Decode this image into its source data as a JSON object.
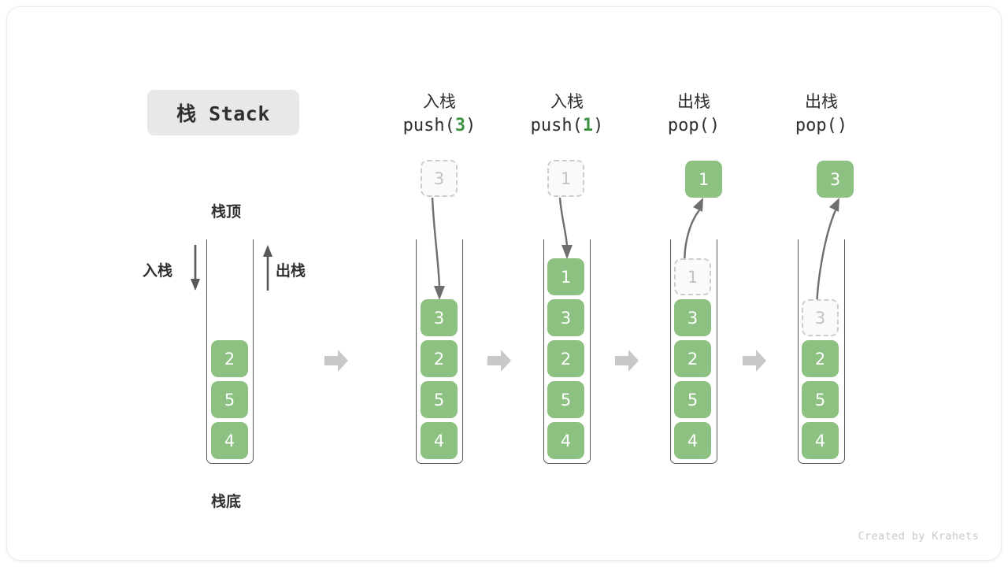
{
  "figure": {
    "title_chip": "栈 Stack",
    "credit": "Created by Krahets",
    "colors": {
      "cell_fill": "#8cc182",
      "cell_text": "#ffffff",
      "ghost_fill": "#fafafa",
      "ghost_border": "#cdcdcd",
      "ghost_text": "#c2c2c2",
      "container_border": "#585858",
      "separator_arrow": "#c8c8c8",
      "connector_arrow": "#6e6e6e",
      "accent_green": "#3d9140",
      "chip_bg": "#e8e8e8",
      "text": "#2f2f2f"
    }
  },
  "annotations": {
    "top_label": "栈顶",
    "bottom_label": "栈底",
    "push_side_label": "入栈",
    "pop_side_label": "出栈"
  },
  "steps": [
    {
      "id": "initial",
      "head_cn": "",
      "head_code": "",
      "stack": [
        "2",
        "5",
        "4"
      ],
      "floating": null,
      "ghost_in_stack": null
    },
    {
      "id": "push-3",
      "head_cn": "入栈",
      "head_code_prefix": "push(",
      "head_code_arg": "3",
      "head_code_suffix": ")",
      "stack": [
        "3",
        "2",
        "5",
        "4"
      ],
      "floating": {
        "value": "3",
        "style": "ghost"
      },
      "arrow_direction": "down"
    },
    {
      "id": "push-1",
      "head_cn": "入栈",
      "head_code_prefix": "push(",
      "head_code_arg": "1",
      "head_code_suffix": ")",
      "stack": [
        "1",
        "3",
        "2",
        "5",
        "4"
      ],
      "floating": {
        "value": "1",
        "style": "ghost"
      },
      "arrow_direction": "down"
    },
    {
      "id": "pop-1",
      "head_cn": "出栈",
      "head_code_prefix": "pop(",
      "head_code_arg": "",
      "head_code_suffix": ")",
      "stack": [
        "3",
        "2",
        "5",
        "4"
      ],
      "ghost_in_stack": "1",
      "floating": {
        "value": "1",
        "style": "filled"
      },
      "arrow_direction": "up"
    },
    {
      "id": "pop-3",
      "head_cn": "出栈",
      "head_code_prefix": "pop(",
      "head_code_arg": "",
      "head_code_suffix": ")",
      "stack": [
        "2",
        "5",
        "4"
      ],
      "ghost_in_stack": "3",
      "floating": {
        "value": "3",
        "style": "filled"
      },
      "arrow_direction": "up"
    }
  ]
}
